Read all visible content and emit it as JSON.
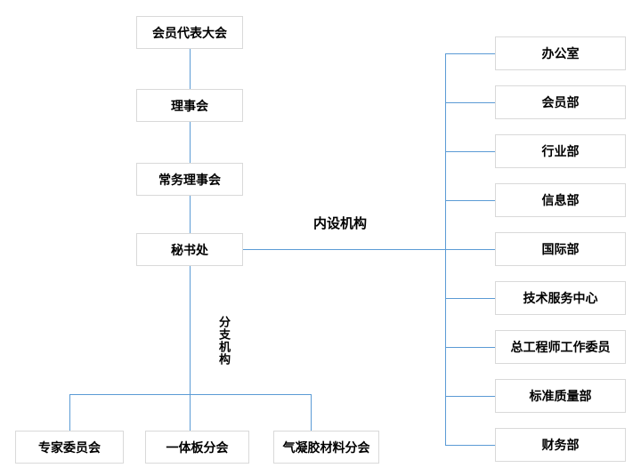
{
  "colors": {
    "connector_line": "#5b9bd5",
    "box_border": "#d9d9d9",
    "text": "#000000",
    "background": "#ffffff"
  },
  "main_chain": [
    {
      "label": "会员代表大会"
    },
    {
      "label": "理事会"
    },
    {
      "label": "常务理事会"
    },
    {
      "label": "秘书处"
    }
  ],
  "labels": {
    "internal": "内设机构",
    "branch": "分支机构"
  },
  "internal_departments": [
    "办公室",
    "会员部",
    "行业部",
    "信息部",
    "国际部",
    "技术服务中心",
    "总工程师工作委员",
    "标准质量部",
    "财务部"
  ],
  "branch_organizations": [
    "专家委员会",
    "一体板分会",
    "气凝胶材料分会"
  ]
}
